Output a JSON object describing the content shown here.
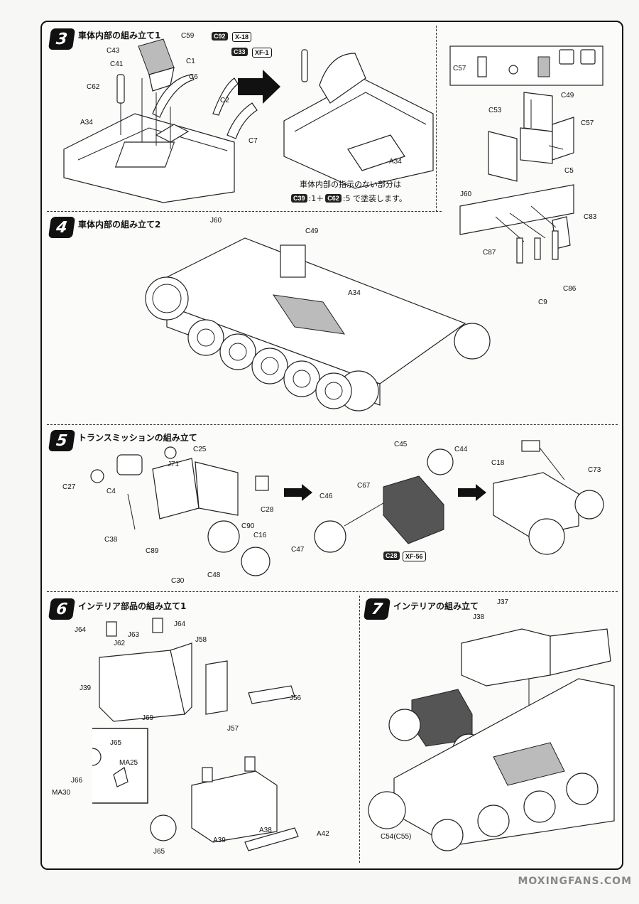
{
  "sections": {
    "s3": {
      "num": "3",
      "title": "車体内部の組み立て1"
    },
    "s4": {
      "num": "4",
      "title": "車体内部の組み立て2"
    },
    "s5": {
      "num": "5",
      "title": "トランスミッションの組み立て"
    },
    "s6": {
      "num": "6",
      "title": "インテリア部品の組み立て1"
    },
    "s7": {
      "num": "7",
      "title": "インテリアの組み立て"
    }
  },
  "labels3": [
    "C59",
    "C43",
    "C1",
    "C41",
    "C6",
    "C62",
    "C2",
    "A34",
    "C7",
    "A34"
  ],
  "labels3r": [
    "C57",
    "C49",
    "C53",
    "C57",
    "C5",
    "J60",
    "C83",
    "C87",
    "C9",
    "C86"
  ],
  "paint3": {
    "c92": "C92",
    "x18": "X-18",
    "c33": "C33",
    "xf1": "XF-1",
    "c39": "C39",
    "c62": "C62"
  },
  "note3": {
    "line1": "車体内部の指示のない部分は",
    "mid1": ":1＋",
    "mid2": ":5 で塗装します。"
  },
  "labels4": [
    "J60",
    "C49",
    "A34"
  ],
  "labels5": [
    "C25",
    "J71",
    "C27",
    "C4",
    "C28",
    "C38",
    "C89",
    "C90",
    "C16",
    "C30",
    "C48",
    "C45",
    "C44",
    "C67",
    "C46",
    "C47",
    "C18",
    "C73"
  ],
  "paint5": {
    "c28": "C28",
    "xf56": "XF-56"
  },
  "labels6": [
    "J64",
    "J64",
    "J63",
    "J62",
    "J58",
    "J39",
    "J69",
    "J56",
    "J57",
    "J65",
    "MA25",
    "J66",
    "MA30",
    "J65",
    "A39",
    "A38",
    "A42"
  ],
  "labels7": [
    "J37",
    "J38",
    "C54(C55)"
  ],
  "watermark": "MOXINGFANS.COM"
}
